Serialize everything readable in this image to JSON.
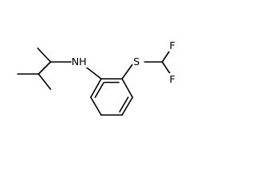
{
  "molecule": {
    "atom_labels": {
      "nitrogen": "NH",
      "sulfur": "S",
      "fluorine_top": "F",
      "fluorine_bottom": "F"
    },
    "bond_color": "#000000",
    "background": "#ffffff"
  }
}
